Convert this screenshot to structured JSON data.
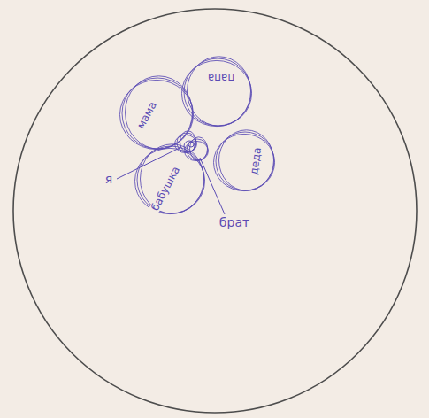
{
  "diagram": {
    "nodes": [
      {
        "text": [
          "мама"
        ]
      },
      {
        "text": [
          "папа"
        ]
      },
      {
        "text": [
          "деда"
        ]
      },
      {
        "text": [
          "я"
        ]
      },
      {
        "text": [
          "бабушка"
        ]
      },
      {
        "text": [
          "брат"
        ]
      }
    ]
  }
}
